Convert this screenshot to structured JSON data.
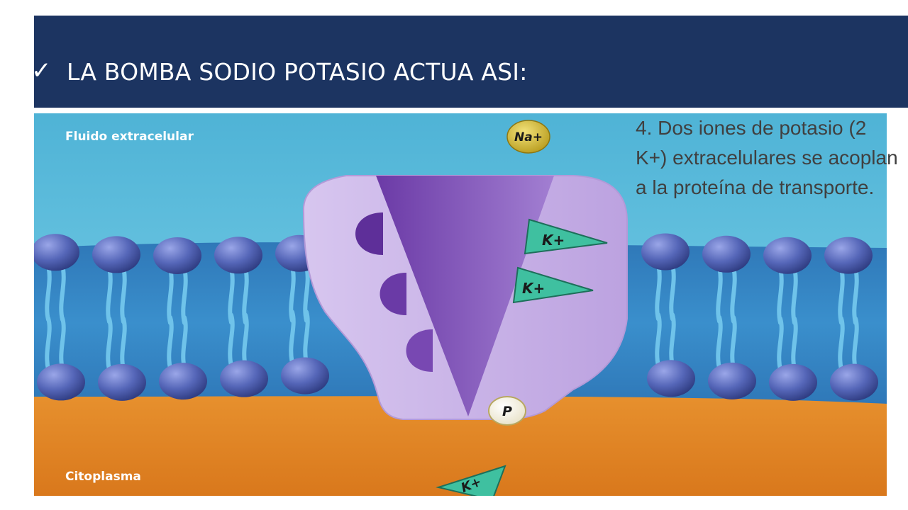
{
  "slide": {
    "check_glyph": "✓",
    "title": "LA BOMBA SODIO POTASIO ACTUA ASI:"
  },
  "diagram": {
    "extracellular_label": "Fluido extracelular",
    "cytoplasm_label": "Citoplasma",
    "sodium_label": "Na+",
    "potassium_label_1": "K+",
    "potassium_label_2": "K+",
    "potassium_label_3": "K+",
    "phosphate_label": "P",
    "caption": "4. Dos iones de potasio (2 K+) extracelulares se acoplan a la proteína de transporte."
  },
  "colors": {
    "header": "#1c3461",
    "extracellular": "#5ab8d8",
    "cytoplasm": "#e8902a",
    "protein_light": "#c9b3e6",
    "protein_dark": "#7a4bb0",
    "potassium": "#3fc0a0",
    "sodium": "#d8c23a",
    "lipid_head": "#4858a8"
  }
}
